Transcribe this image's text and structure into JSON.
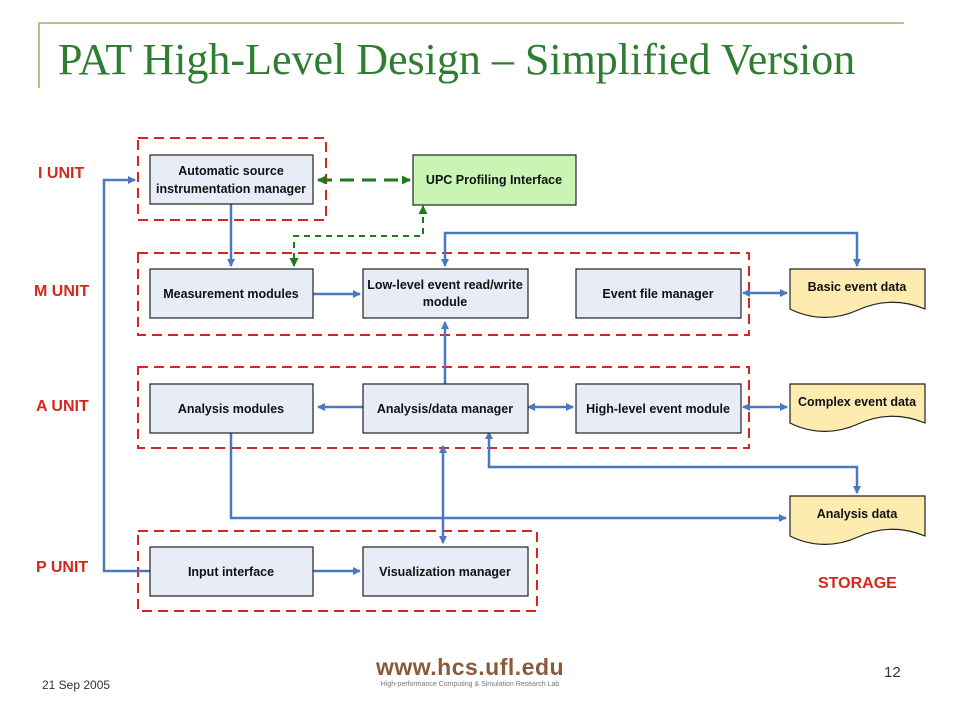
{
  "slide": {
    "title": "PAT High-Level Design – Simplified Version",
    "date": "21 Sep 2005",
    "page_number": "12",
    "logo_url": "www.hcs.ufl.edu",
    "logo_subtitle": "High-performance Computing & Simulation Research Lab"
  },
  "units": {
    "i_unit": "I UNIT",
    "m_unit": "M UNIT",
    "a_unit": "A UNIT",
    "p_unit": "P UNIT",
    "storage": "STORAGE"
  },
  "boxes": {
    "asim_line1": "Automatic source",
    "asim_line2": "instrumentation manager",
    "upc": "UPC Profiling Interface",
    "measurement": "Measurement modules",
    "lowlevel_line1": "Low-level event read/write",
    "lowlevel_line2": "module",
    "eventfile": "Event file manager",
    "analysis_modules": "Analysis modules",
    "analysis_data_manager": "Analysis/data manager",
    "highlevel": "High-level event module",
    "input": "Input interface",
    "visualization": "Visualization manager"
  },
  "storage": {
    "basic": "Basic event data",
    "complex": "Complex event data",
    "analysis": "Analysis data"
  },
  "colors": {
    "box_fill": "#e8ecf6",
    "upc_fill": "#c9f5b4",
    "storage_fill": "#fdebb0",
    "flow_blue": "#4a78c2",
    "control_green": "#1d7a1d",
    "unit_red": "#d9261c",
    "title_green": "#2e7d32"
  }
}
